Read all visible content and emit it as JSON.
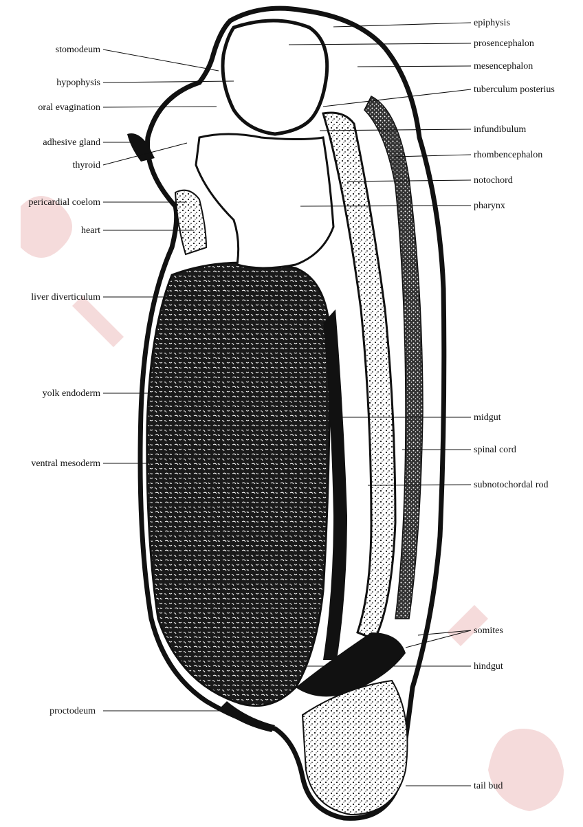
{
  "diagram": {
    "subject": "Sagittal section of an amphibian tailbud embryo",
    "palette": {
      "ink": "#111111",
      "background": "#ffffff",
      "watermark": "#f2d2d2"
    },
    "labels_left": {
      "stomodeum": "stomodeum",
      "hypophysis": "hypophysis",
      "oral_evagination": "oral evagination",
      "adhesive_gland": "adhesive gland",
      "thyroid": "thyroid",
      "pericardial_coelom": "pericardial coelom",
      "heart": "heart",
      "liver_diverticulum": "liver diverticulum",
      "yolk_endoderm": "yolk endoderm",
      "ventral_mesoderm": "ventral mesoderm",
      "proctodeum": "proctodeum"
    },
    "labels_right": {
      "epiphysis": "epiphysis",
      "prosencephalon": "prosencephalon",
      "mesencephalon": "mesencephalon",
      "tuberculum_posterius": "tuberculum posterius",
      "infundibulum": "infundibulum",
      "rhombencephalon": "rhombencephalon",
      "notochord": "notochord",
      "pharynx": "pharynx",
      "midgut": "midgut",
      "spinal_cord": "spinal cord",
      "subnotochordal_rod": "subnotochordal rod",
      "somites": "somites",
      "hindgut": "hindgut",
      "tail_bud": "tail bud"
    }
  }
}
